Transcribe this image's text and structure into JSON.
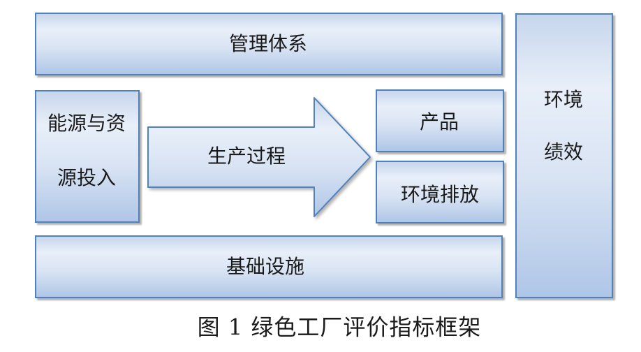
{
  "figure": {
    "caption": "图 1 绿色工厂评价指标框架",
    "boxes": {
      "management": {
        "label": "管理体系"
      },
      "energy": {
        "line1": "能源与资",
        "line2": "源投入"
      },
      "process": {
        "label": "生产过程"
      },
      "product": {
        "label": "产品"
      },
      "emission": {
        "label": "环境排放"
      },
      "infrastructure": {
        "label": "基础设施"
      },
      "environment": {
        "line1": "环境",
        "line2": "绩效"
      }
    },
    "colors": {
      "border": "#4f81bd",
      "fill_top": "#c7d6ec",
      "fill_light": "#e8eff9",
      "fill_mid": "#d8e3f3",
      "fill_bottom": "#afc6e7",
      "text": "#1a1a1a"
    }
  }
}
